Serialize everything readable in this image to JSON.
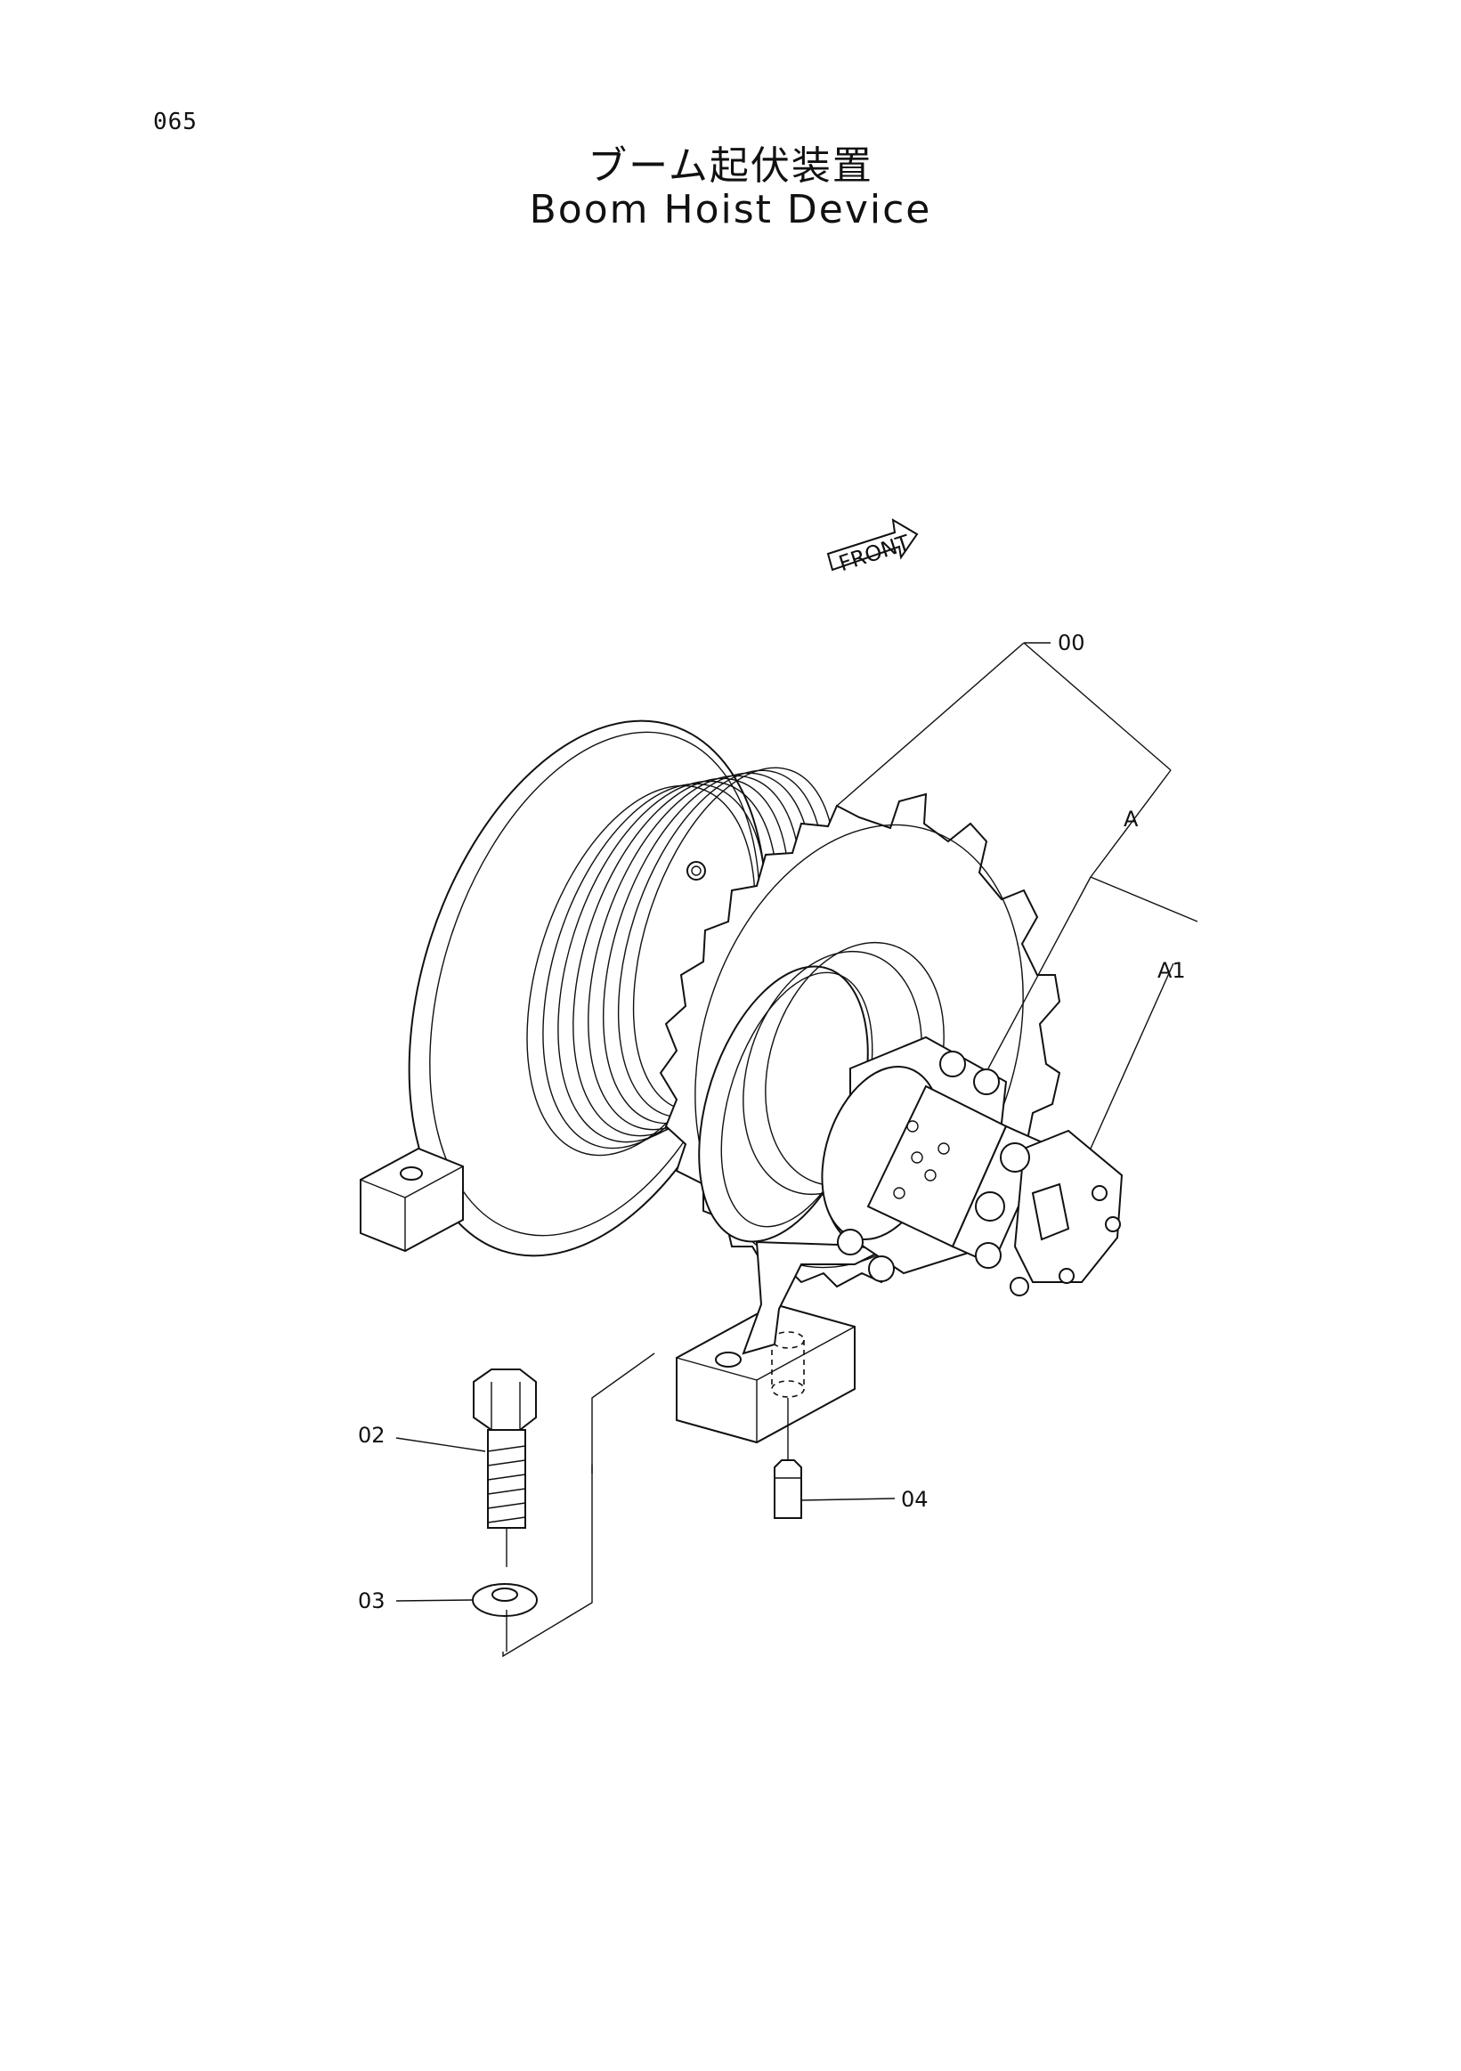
{
  "page_number": "065",
  "title_jp": "ブーム起伏装置",
  "title_en": "Boom Hoist Device",
  "front_label": "FRONT",
  "callouts": {
    "assy": "00",
    "a": "A",
    "a1": "A1",
    "bolt": "02",
    "washer": "03",
    "pin": "04"
  }
}
